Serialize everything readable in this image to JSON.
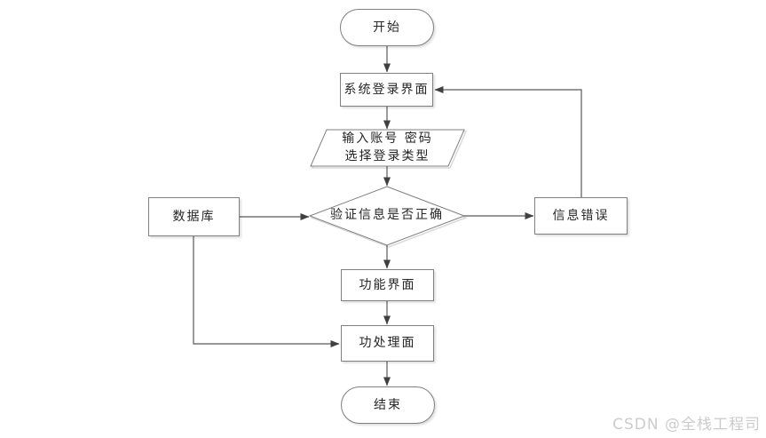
{
  "diagram": {
    "type": "flowchart",
    "nodes": {
      "start": {
        "label": "开始",
        "shape": "terminator"
      },
      "login": {
        "label": "系统登录界面",
        "shape": "process"
      },
      "input": {
        "shape": "data",
        "lines": [
          "输入账号 密码",
          "选择登录类型"
        ]
      },
      "verify": {
        "label": "验证信息是否正确",
        "shape": "decision"
      },
      "database": {
        "label": "数据库",
        "shape": "process"
      },
      "error": {
        "label": "信息错误",
        "shape": "process"
      },
      "function": {
        "label": "功能界面",
        "shape": "process"
      },
      "process": {
        "label": "功处理面",
        "shape": "process"
      },
      "end": {
        "label": "结束",
        "shape": "terminator"
      }
    },
    "edges": [
      {
        "from": "start",
        "to": "login"
      },
      {
        "from": "login",
        "to": "input"
      },
      {
        "from": "input",
        "to": "verify"
      },
      {
        "from": "verify",
        "to": "function"
      },
      {
        "from": "function",
        "to": "process"
      },
      {
        "from": "process",
        "to": "end"
      },
      {
        "from": "database",
        "to": "verify"
      },
      {
        "from": "verify",
        "to": "error"
      },
      {
        "from": "error",
        "to": "login"
      },
      {
        "from": "database",
        "to": "process"
      }
    ],
    "colors": {
      "line": "#595959",
      "arrowhead": "#404040",
      "border": "#7f7f7f",
      "text": "#262626",
      "background": "#ffffff",
      "watermark": "#cccccc"
    }
  },
  "watermark": {
    "text": "CSDN @全栈工程司"
  }
}
